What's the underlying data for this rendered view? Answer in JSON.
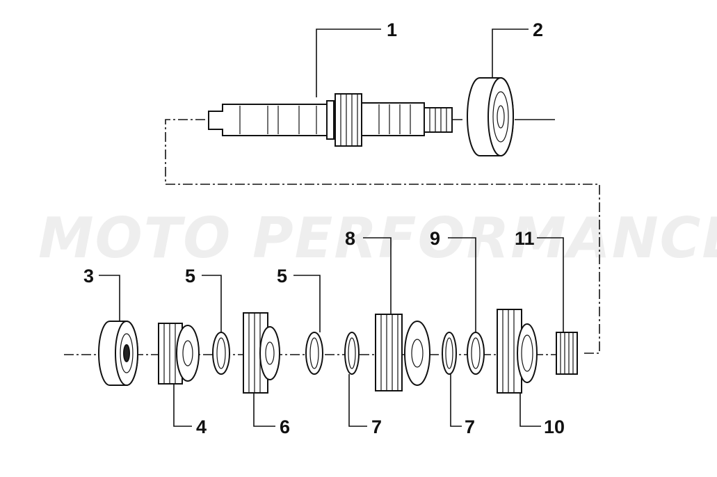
{
  "watermark": "MOTO PERFORMANCE",
  "callouts": {
    "c1": "1",
    "c2": "2",
    "c3": "3",
    "c4": "4",
    "c5a": "5",
    "c5b": "5",
    "c6": "6",
    "c7a": "7",
    "c7b": "7",
    "c8": "8",
    "c9": "9",
    "c10": "10",
    "c11": "11"
  }
}
